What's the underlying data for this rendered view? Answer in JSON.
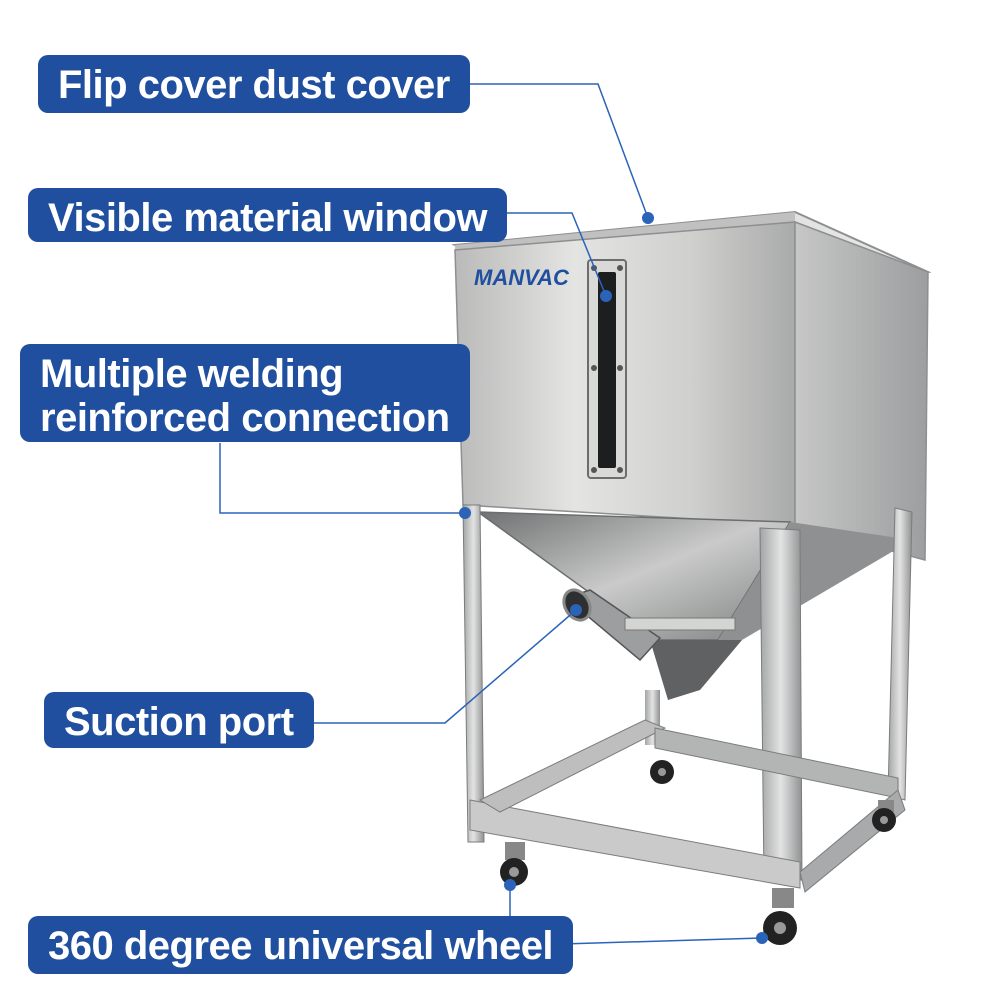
{
  "labels": {
    "flip_cover": "Flip cover dust cover",
    "material_window": "Visible material window",
    "welding_line1": "Multiple welding",
    "welding_line2": "reinforced connection",
    "suction_port": "Suction port",
    "universal_wheel": "360 degree universal wheel"
  },
  "brand": {
    "logo_text": "MANVAC"
  },
  "colors": {
    "label_bg": "#1f4f9e",
    "label_text": "#ffffff",
    "leader_line": "#2b63b8",
    "steel_light": "#d6d6d4",
    "steel_dark": "#8d8f90"
  }
}
